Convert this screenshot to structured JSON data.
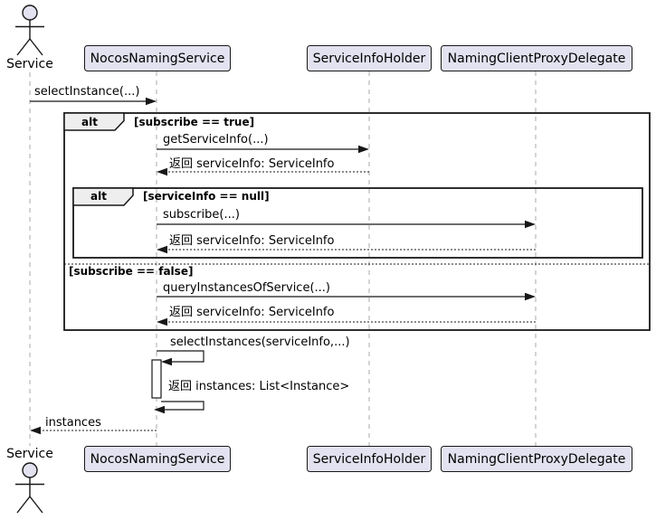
{
  "diagram": {
    "type": "uml-sequence-diagram",
    "actor": {
      "label": "Service"
    },
    "participants": [
      {
        "label": "NocosNamingService"
      },
      {
        "label": "ServiceInfoHolder"
      },
      {
        "label": "NamingClientProxyDelegate"
      }
    ],
    "fragments": {
      "outer_alt": {
        "operator": "alt",
        "guard_true": "[subscribe == true]",
        "guard_false": "[subscribe == false]"
      },
      "inner_alt": {
        "operator": "alt",
        "guard": "[serviceInfo == null]"
      }
    },
    "messages": [
      {
        "label": "selectInstance(...)",
        "from": "Service",
        "to": "NocosNamingService",
        "style": "solid"
      },
      {
        "label": "getServiceInfo(...)",
        "from": "NocosNamingService",
        "to": "ServiceInfoHolder",
        "style": "solid"
      },
      {
        "label": "返回 serviceInfo: ServiceInfo",
        "from": "ServiceInfoHolder",
        "to": "NocosNamingService",
        "style": "dashed"
      },
      {
        "label": "subscribe(...)",
        "from": "NocosNamingService",
        "to": "NamingClientProxyDelegate",
        "style": "solid"
      },
      {
        "label": "返回 serviceInfo: ServiceInfo",
        "from": "NamingClientProxyDelegate",
        "to": "NocosNamingService",
        "style": "dashed"
      },
      {
        "label": "queryInstancesOfService(...)",
        "from": "NocosNamingService",
        "to": "NamingClientProxyDelegate",
        "style": "solid"
      },
      {
        "label": "返回 serviceInfo: ServiceInfo",
        "from": "NamingClientProxyDelegate",
        "to": "NocosNamingService",
        "style": "dashed"
      },
      {
        "label": "selectInstances(serviceInfo,...)",
        "from": "NocosNamingService",
        "to": "NocosNamingService",
        "style": "solid-self"
      },
      {
        "label": "返回 instances: List<Instance>",
        "from": "NocosNamingService",
        "to": "NocosNamingService",
        "style": "solid-self"
      },
      {
        "label": "instances",
        "from": "NocosNamingService",
        "to": "Service",
        "style": "dashed"
      }
    ],
    "colors": {
      "background": "#FFFFFF",
      "participant_fill": "#E2E2F0",
      "border": "#181818",
      "fragment_header_fill": "#EEEEEE",
      "lifeline": "#A8A8A8",
      "text": "#000000"
    }
  }
}
